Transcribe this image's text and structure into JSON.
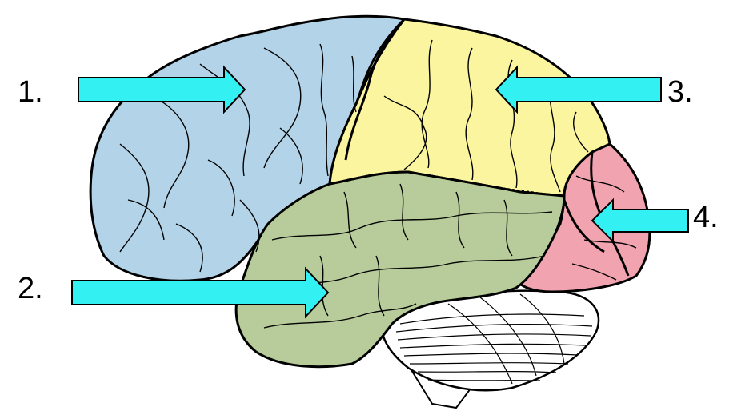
{
  "labels": [
    "1.",
    "2.",
    "3.",
    "4."
  ],
  "colors": {
    "frontal": "#b3d4e8",
    "temporal": "#b7cc9a",
    "parietal": "#fbf5a0",
    "occipital": "#f2a3b0",
    "cerebellum": "#ffffff",
    "arrow": "#33f0f3",
    "outline": "#000000"
  },
  "icons": [
    "arrow-right-icon",
    "arrow-left-icon"
  ]
}
